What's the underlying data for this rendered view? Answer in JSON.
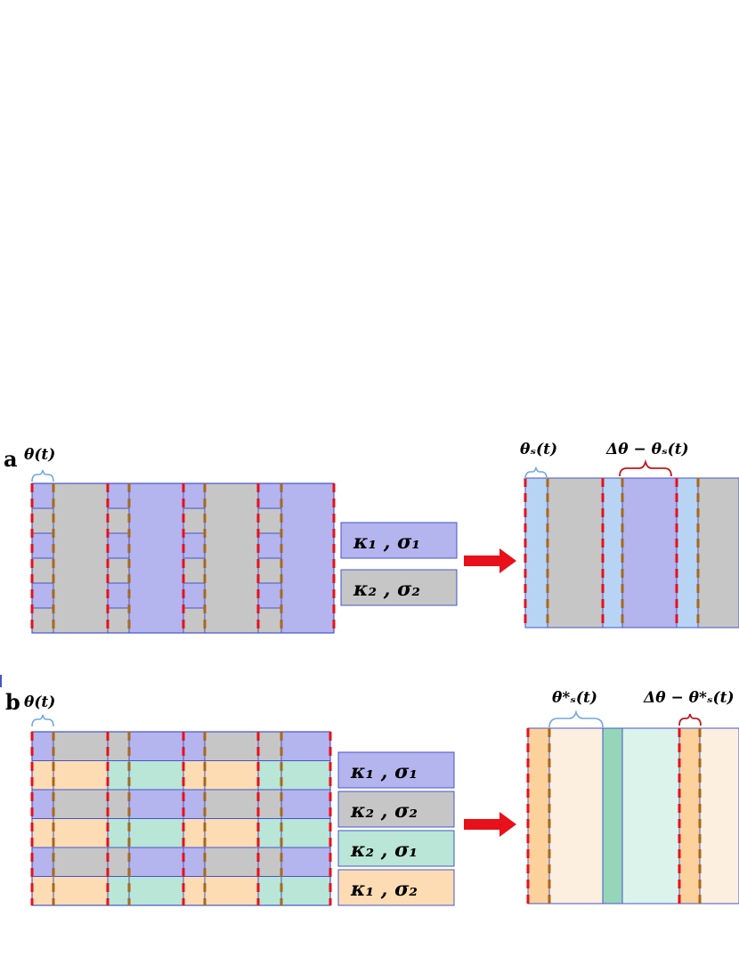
{
  "colors": {
    "purple": "#b4b4ee",
    "gray": "#c6c6c6",
    "orange": "#fddcb4",
    "teal": "#b9e6d6",
    "light_blue": "#b8d4f4",
    "light_orange": "#fdefdf",
    "light_teal": "#dcf3ec",
    "dark_orange": "#fdd19c",
    "dark_teal": "#96d6b8",
    "outline": "#4455cc",
    "dash_red": "#e8101a",
    "dash_brown": "#a8681a",
    "brace_blue": "#6fa8e0",
    "brace_red": "#c0181e",
    "arrow_red": "#e8101a",
    "dots": "#888888"
  },
  "panel_a": {
    "label": "a",
    "theta_label": "θ(t)",
    "legend": [
      {
        "text": "κ₁ ,  σ₁",
        "color": "purple"
      },
      {
        "text": "κ₂ ,  σ₂",
        "color": "gray"
      }
    ],
    "right_labels": {
      "left": "θₛ(t)",
      "right": "Δθ − θₛ(t)"
    },
    "arrow_icon": "right-arrow-icon"
  },
  "panel_b": {
    "label": "b",
    "theta_label": "θ(t)",
    "legend": [
      {
        "text": "κ₁ ,  σ₁",
        "color": "purple"
      },
      {
        "text": "κ₂ ,  σ₂",
        "color": "gray"
      },
      {
        "text": "κ₂ ,  σ₁",
        "color": "teal"
      },
      {
        "text": "κ₁ ,  σ₂",
        "color": "orange"
      }
    ],
    "right_labels": {
      "left": "θ*ₛ(t)",
      "right": "Δθ − θ*ₛ(t)"
    },
    "arrow_icon": "right-arrow-icon"
  }
}
